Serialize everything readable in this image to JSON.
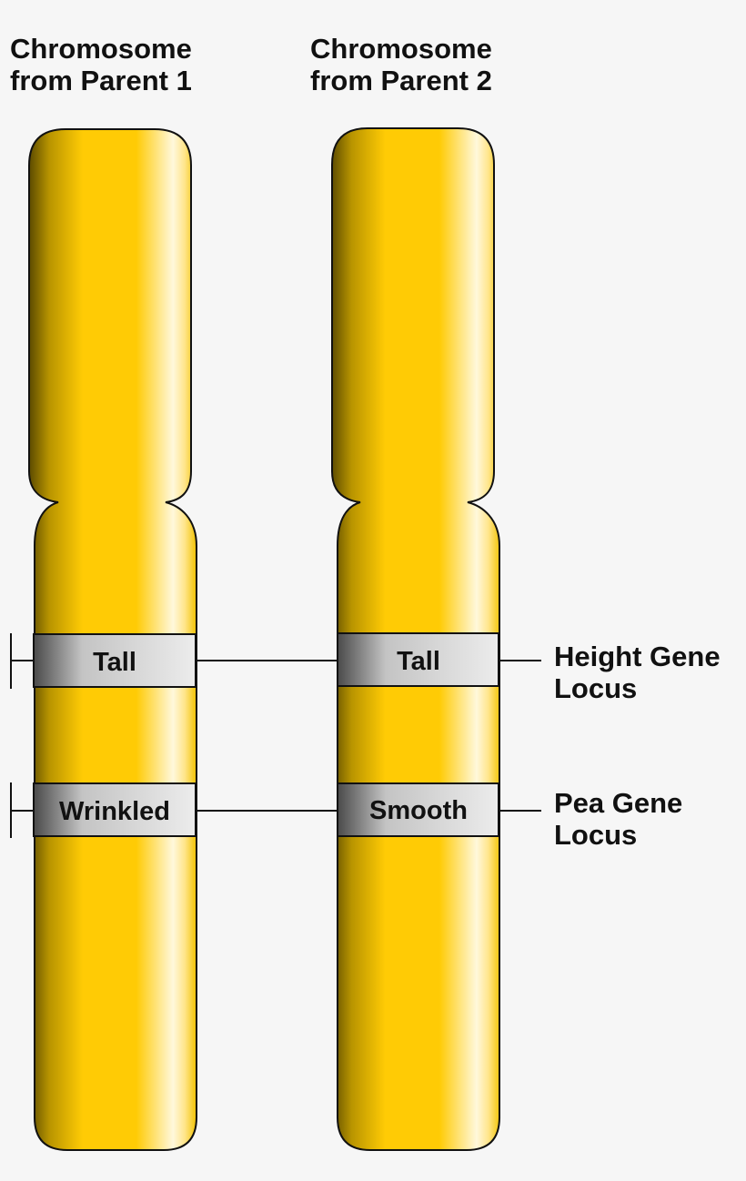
{
  "chromosomes": [
    {
      "title_line1": "Chromosome",
      "title_line2": "from Parent 1",
      "bands": [
        "Tall",
        "Wrinkled"
      ]
    },
    {
      "title_line1": "Chromosome",
      "title_line2": "from Parent 2",
      "bands": [
        "Tall",
        "Smooth"
      ]
    }
  ],
  "loci": [
    {
      "line1": "Height Gene",
      "line2": "Locus"
    },
    {
      "line1": "Pea Gene",
      "line2": "Locus"
    }
  ],
  "colors": {
    "chromosome_gold": "#ffcb05",
    "chromosome_dark": "#5b4a00",
    "band_gray": "#e2e2e2",
    "band_dark": "#4a4a4a",
    "outline": "#111111",
    "background": "#f6f6f6"
  }
}
